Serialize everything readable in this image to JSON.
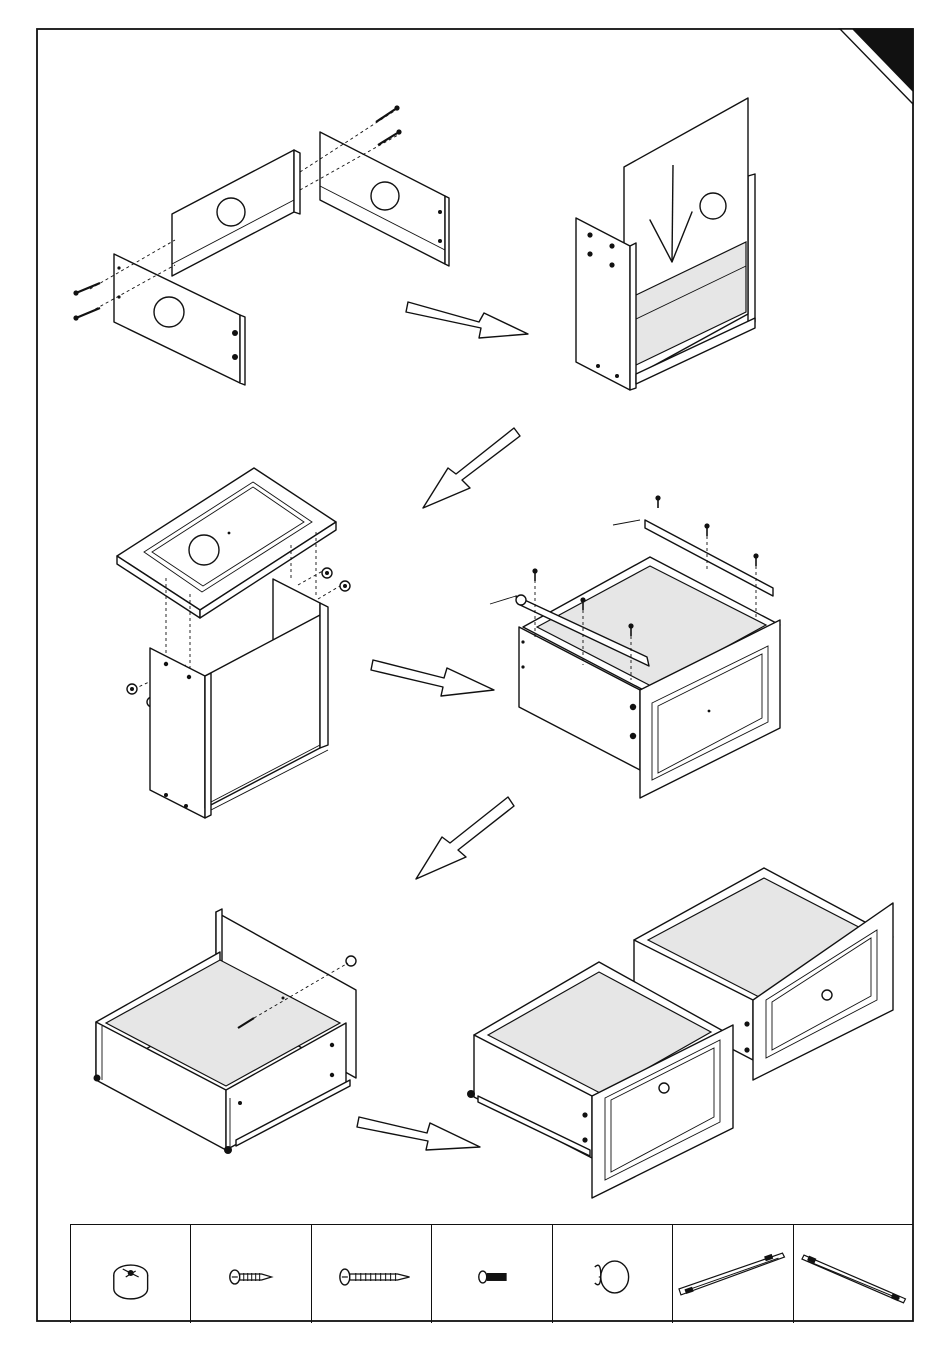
{
  "document": {
    "type": "assembly-instructions",
    "steps": [
      {
        "name": "frame-assembly"
      },
      {
        "name": "back-panel-insert"
      },
      {
        "name": "top-attach"
      },
      {
        "name": "slide-rail-attach"
      },
      {
        "name": "drawer-slide-and-knob"
      },
      {
        "name": "drawer-insertion"
      }
    ],
    "parts": [
      {
        "icon": "cam-lock-icon"
      },
      {
        "icon": "short-screw-icon"
      },
      {
        "icon": "long-screw-icon"
      },
      {
        "icon": "machine-bolt-icon"
      },
      {
        "icon": "knob-icon"
      },
      {
        "icon": "drawer-slide-rail-icon"
      },
      {
        "icon": "drawer-slide-rail-icon"
      }
    ]
  },
  "colors": {
    "line": "#111111",
    "paper": "#ffffff",
    "corner": "#111111"
  }
}
